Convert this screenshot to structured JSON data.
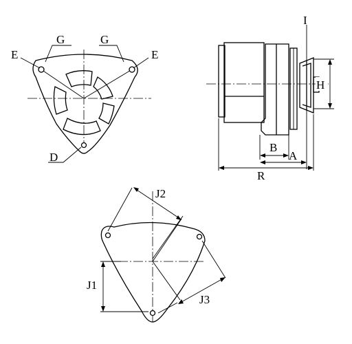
{
  "labels": {
    "front": {
      "g_left": "G",
      "g_right": "G",
      "e_left": "E",
      "e_right": "E",
      "d": "D"
    },
    "side": {
      "i": "I",
      "h": "H",
      "b": "B",
      "a": "A",
      "r": "R"
    },
    "mount": {
      "j1": "J1",
      "j2": "J2",
      "j3": "J3"
    }
  },
  "colors": {
    "line": "#000000",
    "background": "#ffffff"
  }
}
